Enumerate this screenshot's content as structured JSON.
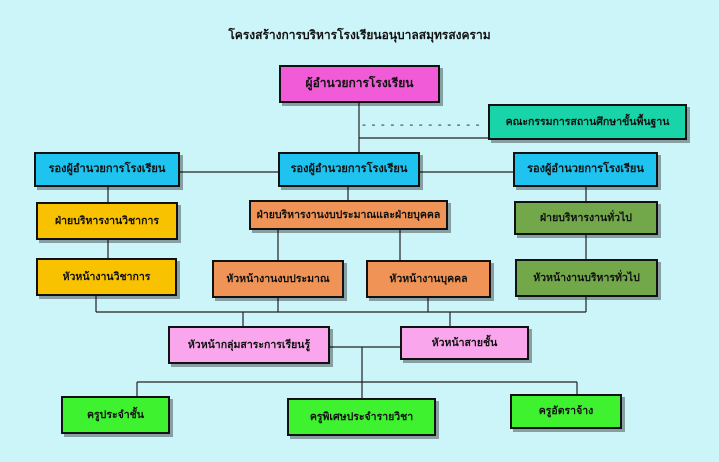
{
  "title": "โครงสร้างการบริหารโรงเรียนอนุบาลสมุทรสงคราม",
  "dash_line": "- - - - - - - - - - - - - - - -",
  "colors": {
    "director": "#f25bd8",
    "board": "#19d3a9",
    "deputy": "#1ec3ef",
    "academic": "#f9c200",
    "budget_personnel": "#ef9456",
    "general": "#72a84a",
    "learning_area": "#f9a6ec",
    "teachers": "#3ef230"
  },
  "nodes": {
    "director": "ผู้อำนวยการโรงเรียน",
    "board": "คณะกรรมการสถานศึกษาขั้นพื้นฐาน",
    "deputy_left": "รองผู้อำนวยการโรงเรียน",
    "deputy_center": "รองผู้อำนวยการโรงเรียน",
    "deputy_right": "รองผู้อำนวยการโรงเรียน",
    "academic_division": "ฝ่ายบริหารงานวิชาการ",
    "budget_personnel_division": "ฝ่ายบริหารงานงบประมาณและฝ่ายบุคคล",
    "general_division": "ฝ่ายบริหารงานทั่วไป",
    "academic_head": "หัวหน้างานวิชาการ",
    "budget_head": "หัวหน้างานงบประมาณ",
    "personnel_head": "หัวหน้างานบุคคล",
    "general_head": "หัวหน้างานบริหารทั่วไป",
    "learning_area_head": "หัวหน้ากลุ่มสาระการเรียนรู้",
    "grade_level_head": "หัวหน้าสายชั้น",
    "homeroom_teacher": "ครูประจำชั้น",
    "subject_teacher": "ครูพิเศษประจำรายวิชา",
    "contract_teacher": "ครูอัตราจ้าง"
  }
}
